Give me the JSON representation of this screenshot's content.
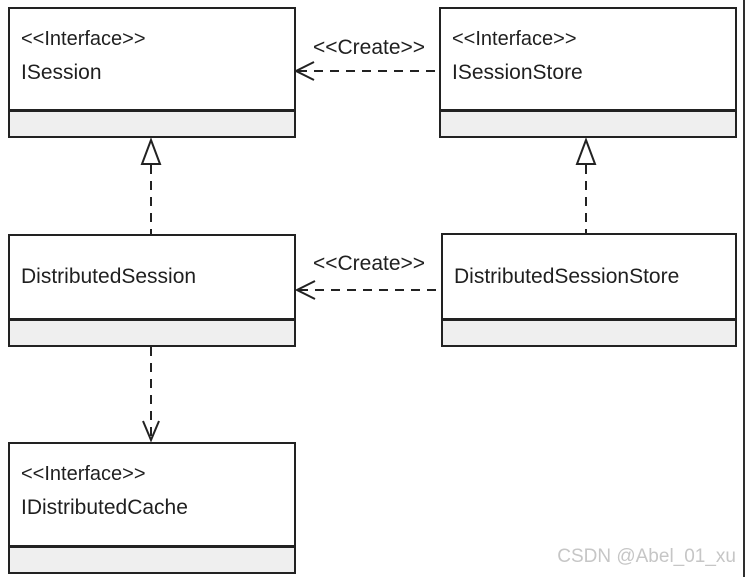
{
  "uml": {
    "classes": [
      {
        "stereotype": "<<Interface>>",
        "name": "ISession"
      },
      {
        "stereotype": "<<Interface>>",
        "name": "ISessionStore"
      },
      {
        "name": "DistributedSession"
      },
      {
        "name": "DistributedSessionStore"
      },
      {
        "stereotype": "<<Interface>>",
        "name": "IDistributedCache"
      }
    ],
    "relations": [
      {
        "type": "dependency",
        "label": "<<Create>>",
        "from": "ISessionStore",
        "to": "ISession"
      },
      {
        "type": "dependency",
        "label": "<<Create>>",
        "from": "DistributedSessionStore",
        "to": "DistributedSession"
      },
      {
        "type": "realization",
        "from": "DistributedSession",
        "to": "ISession"
      },
      {
        "type": "realization",
        "from": "DistributedSessionStore",
        "to": "ISessionStore"
      },
      {
        "type": "dependency",
        "from": "DistributedSession",
        "to": "IDistributedCache"
      }
    ],
    "colors": {
      "border": "#222222",
      "compartment_fill": "#efefef",
      "text": "#1f1f1f",
      "watermark": "#c6c6c6",
      "background": "#ffffff"
    },
    "watermark": "CSDN @Abel_01_xu"
  }
}
